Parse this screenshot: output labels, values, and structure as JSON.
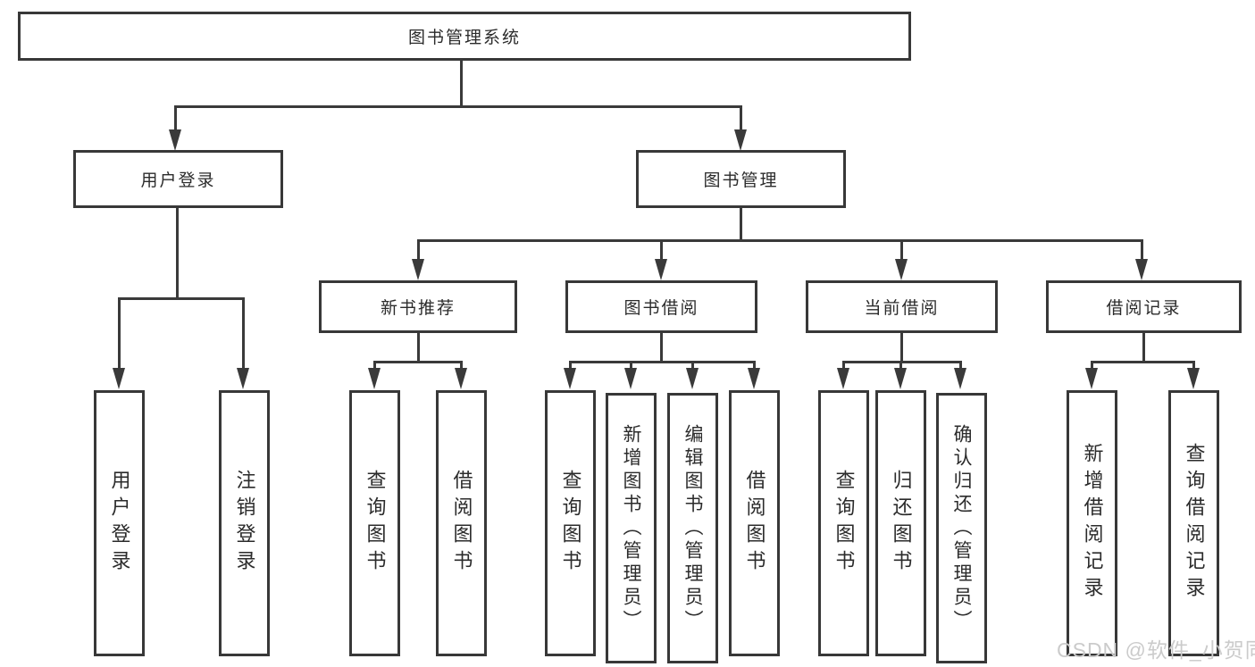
{
  "nodes": {
    "root": "图书管理系统",
    "user_login": "用户登录",
    "book_mgmt": "图书管理",
    "new_book": "新书推荐",
    "book_borrow": "图书借阅",
    "current_borrow": "当前借阅",
    "borrow_records": "借阅记录",
    "leaf_user_login": "用户登录",
    "leaf_logout": "注销登录",
    "leaf_nb_query": "查询图书",
    "leaf_nb_borrow": "借阅图书",
    "leaf_bb_query": "查询图书",
    "leaf_bb_add": "新增图书（管理员）",
    "leaf_bb_edit": "编辑图书（管理员）",
    "leaf_bb_borrow": "借阅图书",
    "leaf_cb_query": "查询图书",
    "leaf_cb_return": "归还图书",
    "leaf_cb_confirm": "确认归还（管理员）",
    "leaf_br_add": "新增借阅记录",
    "leaf_br_query": "查询借阅记录"
  },
  "hierarchy": {
    "图书管理系统": [
      "用户登录",
      "图书管理"
    ],
    "用户登录": [
      "用户登录",
      "注销登录"
    ],
    "图书管理": [
      "新书推荐",
      "图书借阅",
      "当前借阅",
      "借阅记录"
    ],
    "新书推荐": [
      "查询图书",
      "借阅图书"
    ],
    "图书借阅": [
      "查询图书",
      "新增图书（管理员）",
      "编辑图书（管理员）",
      "借阅图书"
    ],
    "当前借阅": [
      "查询图书",
      "归还图书",
      "确认归还（管理员）"
    ],
    "借阅记录": [
      "新增借阅记录",
      "查询借阅记录"
    ]
  },
  "watermark": "CSDN @软件_小贺同学",
  "colors": {
    "line": "#3a3a3a",
    "border": "#383838",
    "text": "#2b2b2b",
    "background": "#ffffff",
    "watermark": "#cbcbcb"
  }
}
